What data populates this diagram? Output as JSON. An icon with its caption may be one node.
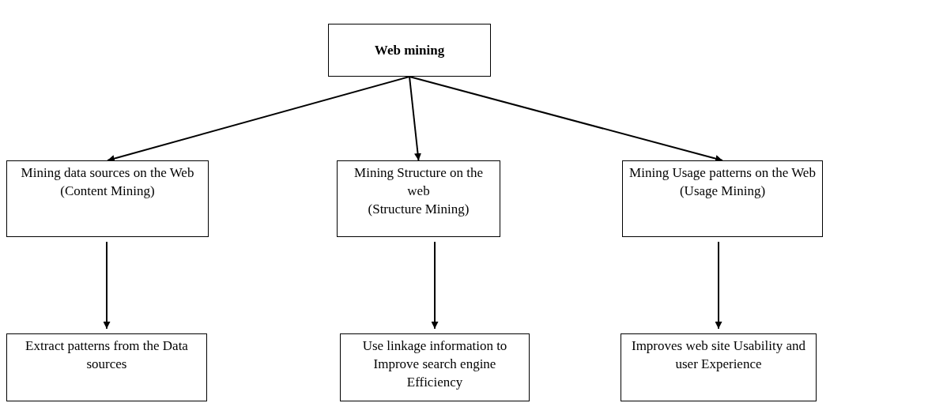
{
  "diagram": {
    "nodes": [
      {
        "text": [
          "Web mining"
        ]
      },
      {
        "text": [
          "Mining data sources on the Web",
          "(Content Mining)"
        ]
      },
      {
        "text": [
          "Mining Structure on the web",
          "(Structure Mining)"
        ]
      },
      {
        "text": [
          "Mining Usage patterns on the Web",
          "(Usage Mining)"
        ]
      },
      {
        "text": [
          "Extract patterns from the Data sources"
        ]
      },
      {
        "text": [
          "Use linkage information to Improve search engine Efficiency"
        ]
      },
      {
        "text": [
          "Improves web site Usability and user Experience"
        ]
      }
    ],
    "edges": [
      {
        "from": 0,
        "to": 1,
        "arrow": "to"
      },
      {
        "from": 0,
        "to": 2,
        "arrow": "to"
      },
      {
        "from": 0,
        "to": 3,
        "arrow": "to"
      },
      {
        "from": 1,
        "to": 4,
        "arrow": "to"
      },
      {
        "from": 2,
        "to": 5,
        "arrow": "to"
      },
      {
        "from": 3,
        "to": 6,
        "arrow": "to"
      }
    ]
  }
}
